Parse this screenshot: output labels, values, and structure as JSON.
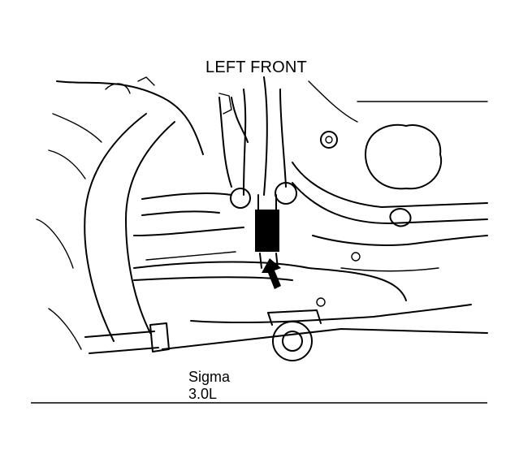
{
  "labels": {
    "location": "LEFT FRONT",
    "model": "Sigma",
    "engine": "3.0L"
  },
  "colors": {
    "ink": "#000000",
    "background": "#ffffff"
  },
  "icons": {
    "pointer": "arrow-up-icon"
  }
}
